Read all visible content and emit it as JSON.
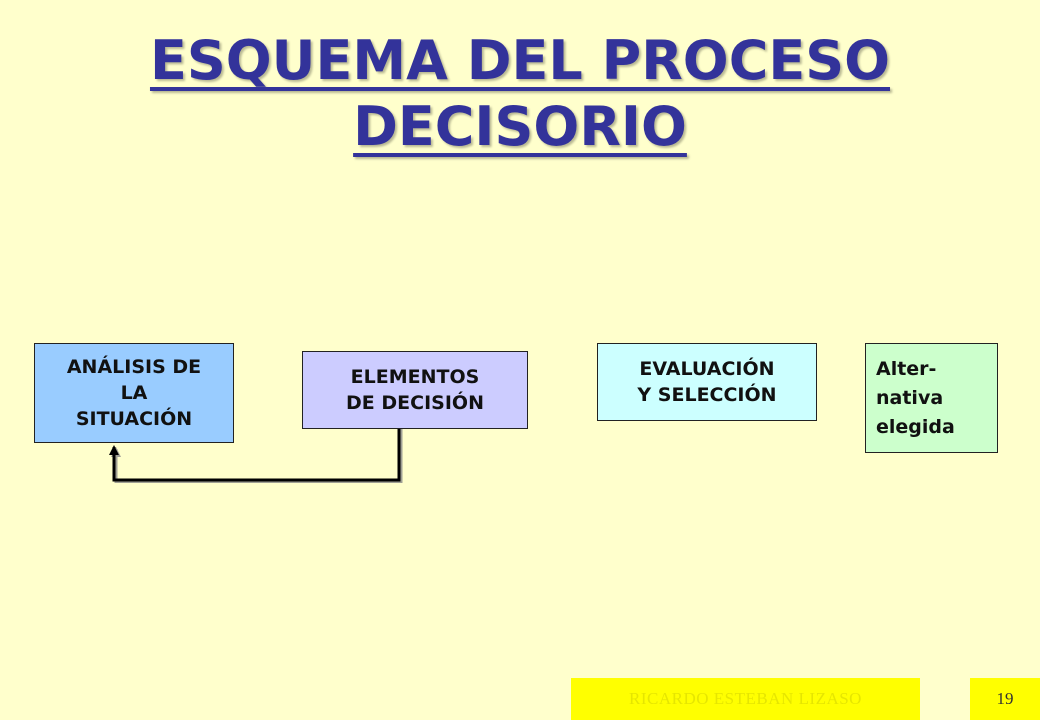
{
  "slide": {
    "title_line1": "ESQUEMA DEL PROCESO",
    "title_line2": "DECISORIO"
  },
  "diagram": {
    "boxes": {
      "analysis": "ANÁLISIS DE\nLA\nSITUACIÓN",
      "elements": "ELEMENTOS\nDE DECISIÓN",
      "evaluation": "EVALUACIÓN\nY SELECCIÓN",
      "alternative": "Alter-\nnativa\nelegida"
    },
    "colors": {
      "title": "#33339A",
      "background": "#FFFFCC",
      "analysis": "#99CCFF",
      "elements": "#CCCCFF",
      "evaluation": "#CCFFFF",
      "alternative": "#CCFFCC"
    }
  },
  "footer": {
    "author": "RICARDO ESTEBAN LIZASO",
    "page_number": "19"
  }
}
